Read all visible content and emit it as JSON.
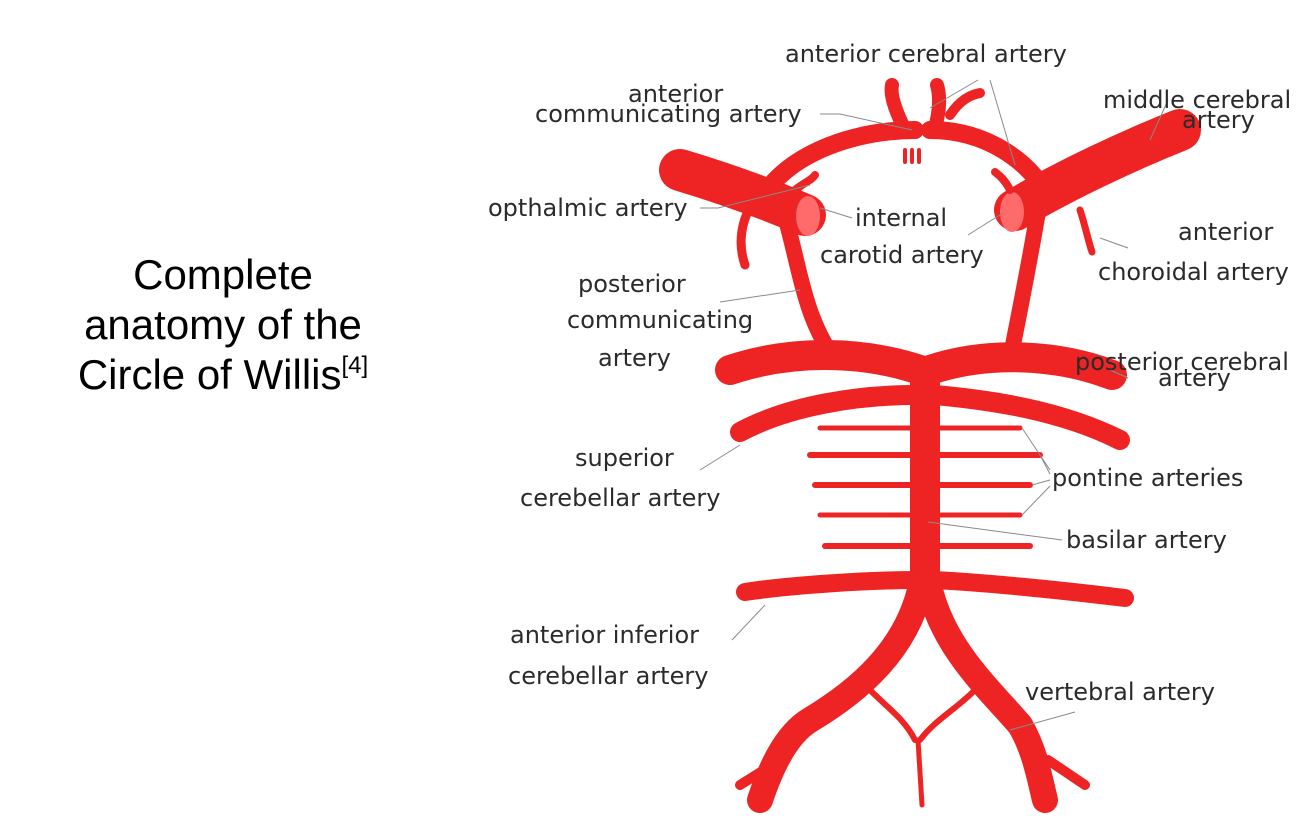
{
  "title": {
    "line1": "Complete",
    "line2": "anatomy of the",
    "line3": "Circle of Willis",
    "ref": "[4]"
  },
  "colors": {
    "artery": "#ee2424",
    "highlight": "#ff6b6b",
    "leader": "#8a8a8a",
    "text": "#2b2b2b"
  },
  "labels": {
    "anterior_cerebral": "anterior cerebral artery",
    "anterior_communicating_1": "anterior",
    "anterior_communicating_2": "communicating artery",
    "middle_cerebral_1": "middle cerebral",
    "middle_cerebral_2": "artery",
    "opthalmic": "opthalmic artery",
    "internal_carotid_1": "internal",
    "internal_carotid_2": "carotid artery",
    "anterior_choroidal_1": "anterior",
    "anterior_choroidal_2": "choroidal artery",
    "posterior_communicating_1": "posterior",
    "posterior_communicating_2": "communicating",
    "posterior_communicating_3": "artery",
    "posterior_cerebral_1": "posterior cerebral",
    "posterior_cerebral_2": "artery",
    "superior_cerebellar_1": "superior",
    "superior_cerebellar_2": "cerebellar artery",
    "pontine": "pontine arteries",
    "basilar": "basilar artery",
    "aica_1": "anterior inferior",
    "aica_2": "cerebellar artery",
    "vertebral": "vertebral artery"
  }
}
